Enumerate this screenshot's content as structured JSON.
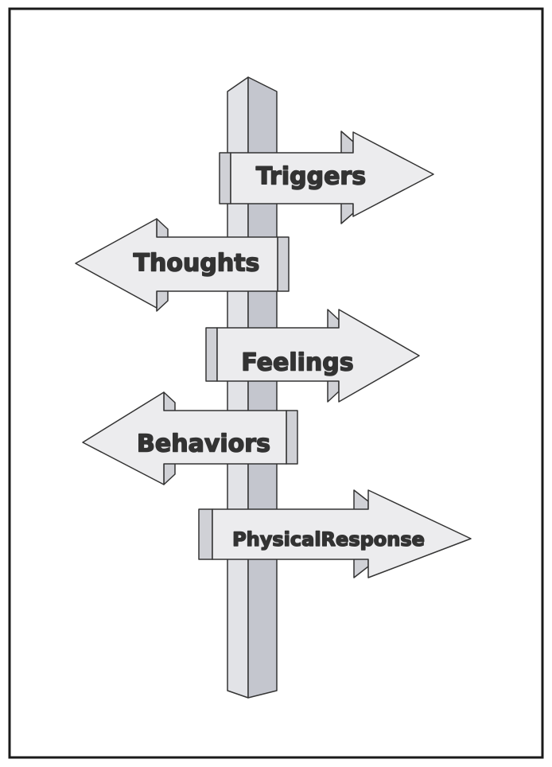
{
  "colors": {
    "frame": "#1a1a1a",
    "post_light": "#e2e3e7",
    "post_dark": "#c4c6ce",
    "sign_face": "#ececee",
    "sign_edge": "#d0d1d6",
    "outline": "#333333",
    "text": "#333333"
  },
  "signs": [
    {
      "label": "Triggers",
      "direction": "right"
    },
    {
      "label": "Thoughts",
      "direction": "left"
    },
    {
      "label": "Feelings",
      "direction": "right"
    },
    {
      "label": "Behaviors",
      "direction": "left"
    },
    {
      "label": "PhysicalResponse",
      "direction": "right"
    }
  ]
}
